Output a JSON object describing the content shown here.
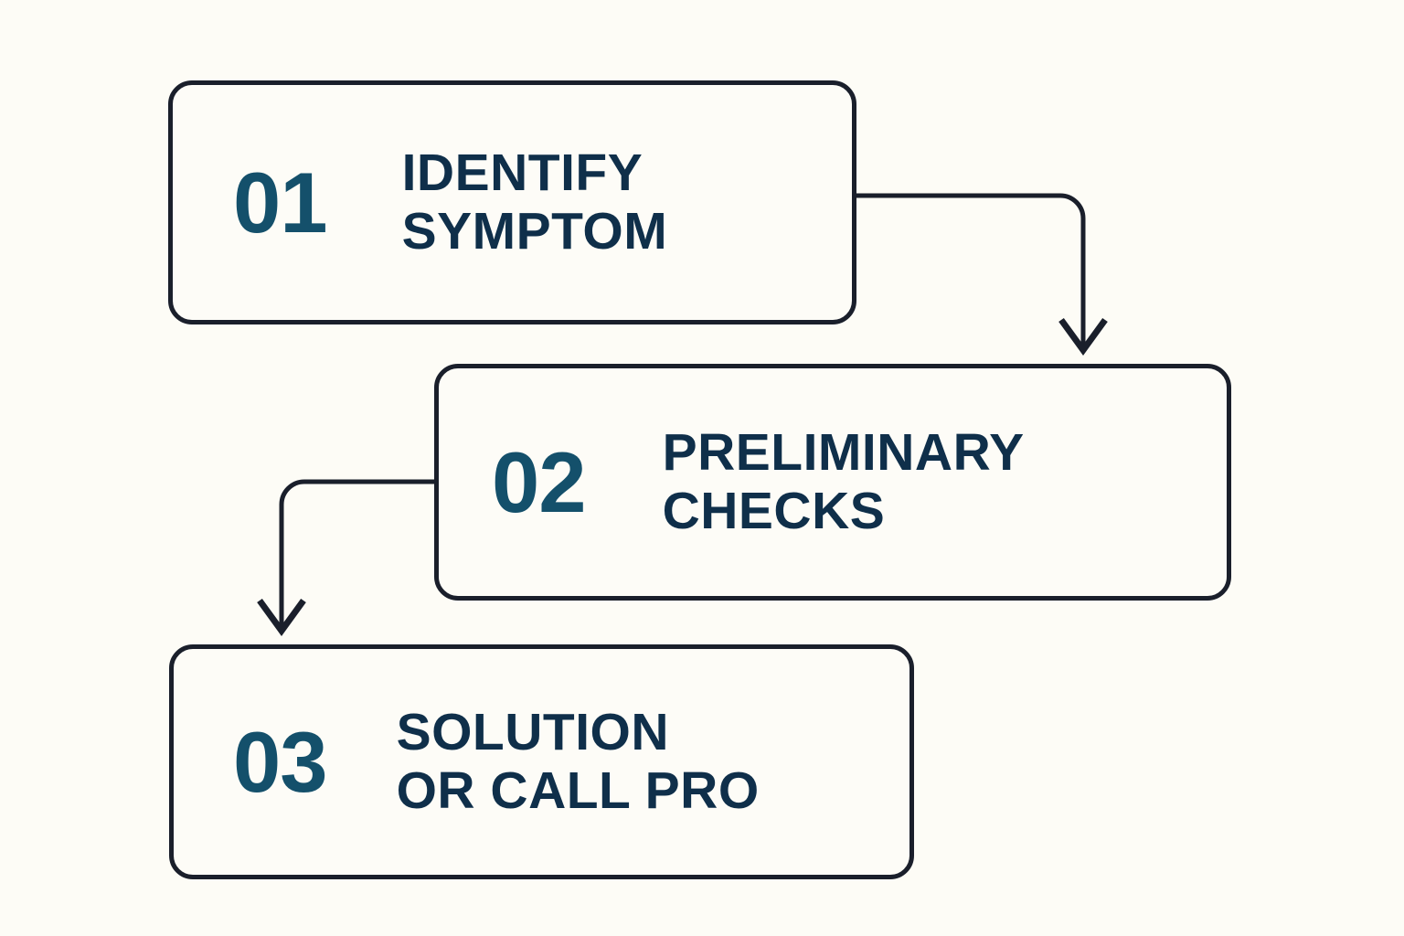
{
  "diagram": {
    "type": "vertical-step-flowchart",
    "background_color": "#fdfcf6",
    "number_color": "#14506b",
    "title_color": "#0f2f4a",
    "line_color": "#1a1f2b",
    "steps": [
      {
        "number": "01",
        "title": "IDENTIFY\nSYMPTOM",
        "title_line_1": "IDENTIFY",
        "title_line_2": "SYMPTOM"
      },
      {
        "number": "02",
        "title": "PRELIMINARY\nCHECKS",
        "title_line_1": "PRELIMINARY",
        "title_line_2": "CHECKS"
      },
      {
        "number": "03",
        "title": "SOLUTION\nOR CALL PRO",
        "title_line_1": "SOLUTION",
        "title_line_2": "OR CALL PRO"
      }
    ],
    "connectors": [
      {
        "from": "01",
        "to": "02",
        "direction": "right-then-down"
      },
      {
        "from": "02",
        "to": "03",
        "direction": "left-then-down"
      }
    ]
  }
}
